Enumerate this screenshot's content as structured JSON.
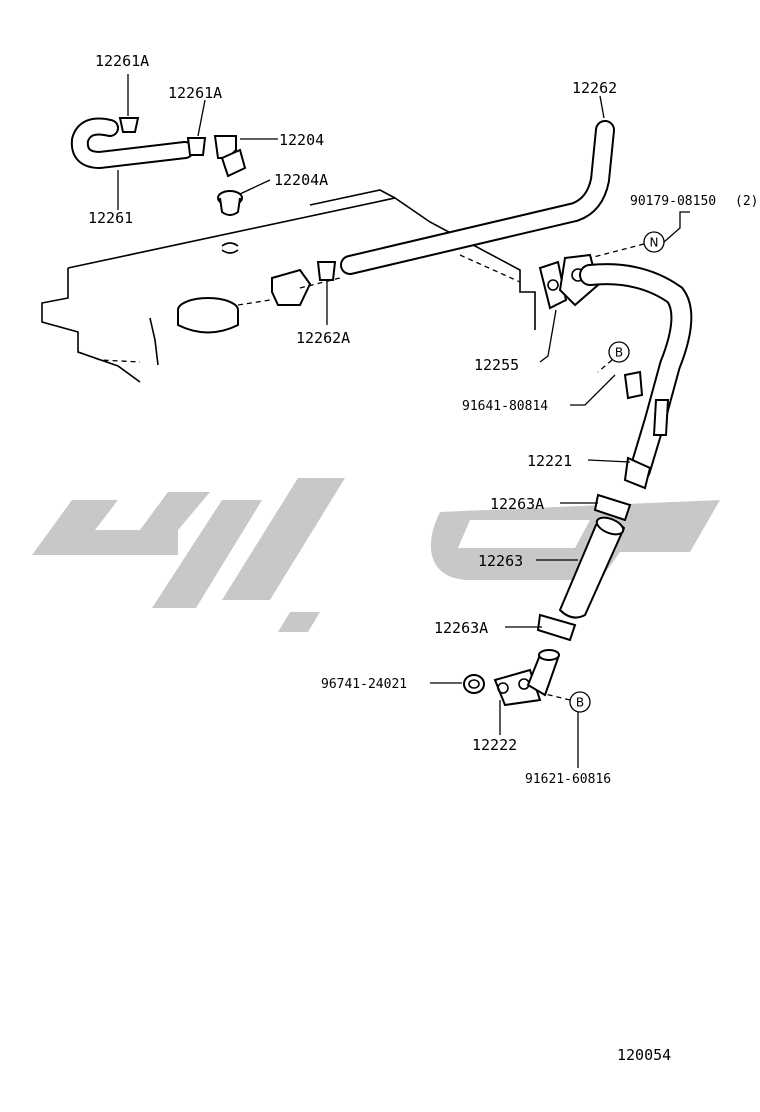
{
  "diagram_id": "120054",
  "colors": {
    "ink": "#000000",
    "watermark": "#c8c8c8",
    "background": "#ffffff"
  },
  "callouts": {
    "c12261A_top": "12261A",
    "c12261A_mid": "12261A",
    "c12204": "12204",
    "c12204A": "12204A",
    "c12261": "12261",
    "c12262": "12262",
    "c90179": "90179-08150",
    "c90179_qty": "(2)",
    "c12262A": "12262A",
    "c12255": "12255",
    "c91641": "91641-80814",
    "c12221": "12221",
    "c12263A_top": "12263A",
    "c12263": "12263",
    "c12263A_bot": "12263A",
    "c96741": "96741-24021",
    "c12222": "12222",
    "c91621": "91621-60816"
  },
  "symbols": {
    "n": "N",
    "b1": "B",
    "b2": "B"
  }
}
